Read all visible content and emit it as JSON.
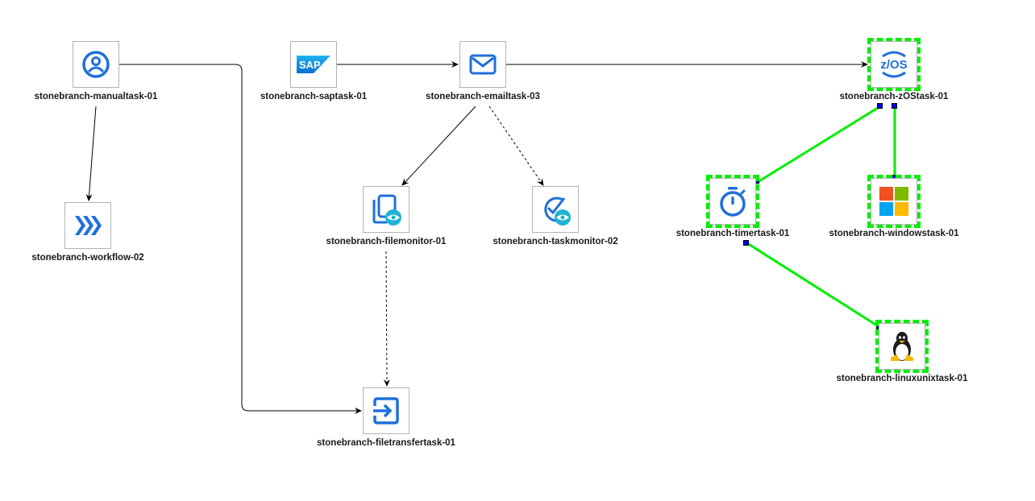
{
  "diagram": {
    "nodes": [
      {
        "id": "manualtask",
        "label": "stonebranch-manualtask-01",
        "icon": "user-circle-icon",
        "selected": false
      },
      {
        "id": "saptask",
        "label": "stonebranch-saptask-01",
        "icon": "sap-logo-icon",
        "selected": false
      },
      {
        "id": "emailtask",
        "label": "stonebranch-emailtask-03",
        "icon": "envelope-icon",
        "selected": false
      },
      {
        "id": "zostask",
        "label": "stonebranch-zOStask-01",
        "icon": "zos-logo-icon",
        "icon_text": "z/OS",
        "selected": true
      },
      {
        "id": "workflow",
        "label": "stonebranch-workflow-02",
        "icon": "triple-chevron-icon",
        "selected": false
      },
      {
        "id": "filemonitor",
        "label": "stonebranch-filemonitor-01",
        "icon": "file-eye-icon",
        "selected": false
      },
      {
        "id": "taskmonitor",
        "label": "stonebranch-taskmonitor-02",
        "icon": "check-eye-icon",
        "selected": false
      },
      {
        "id": "timertask",
        "label": "stonebranch-timertask-01",
        "icon": "stopwatch-icon",
        "selected": true
      },
      {
        "id": "windowstask",
        "label": "stonebranch-windowstask-01",
        "icon": "windows-logo-icon",
        "selected": true
      },
      {
        "id": "linuxunixtask",
        "label": "stonebranch-linuxunixtask-01",
        "icon": "tux-penguin-icon",
        "selected": true
      },
      {
        "id": "filetransfertask",
        "label": "stonebranch-filetransfertask-01",
        "icon": "file-transfer-icon",
        "selected": false
      }
    ],
    "edges": [
      {
        "from": "manualtask",
        "to": "workflow",
        "style": "solid",
        "selected": false
      },
      {
        "from": "manualtask",
        "to": "filetransfertask",
        "style": "solid",
        "selected": false
      },
      {
        "from": "saptask",
        "to": "emailtask",
        "style": "solid",
        "selected": false
      },
      {
        "from": "emailtask",
        "to": "zostask",
        "style": "solid",
        "selected": false
      },
      {
        "from": "emailtask",
        "to": "filemonitor",
        "style": "solid",
        "selected": false
      },
      {
        "from": "emailtask",
        "to": "taskmonitor",
        "style": "dashed",
        "selected": false
      },
      {
        "from": "filemonitor",
        "to": "filetransfertask",
        "style": "dashed",
        "selected": false
      },
      {
        "from": "zostask",
        "to": "timertask",
        "style": "solid",
        "selected": true
      },
      {
        "from": "zostask",
        "to": "windowstask",
        "style": "solid",
        "selected": true
      },
      {
        "from": "timertask",
        "to": "linuxunixtask",
        "style": "solid",
        "selected": true
      }
    ],
    "colors": {
      "icon_blue": "#1f6fdc",
      "icon_teal": "#1fb3d6",
      "selection_green": "#00ee00",
      "handle_blue": "#0000ee",
      "edge_black": "#000000",
      "node_border": "#b3b3b3"
    }
  }
}
